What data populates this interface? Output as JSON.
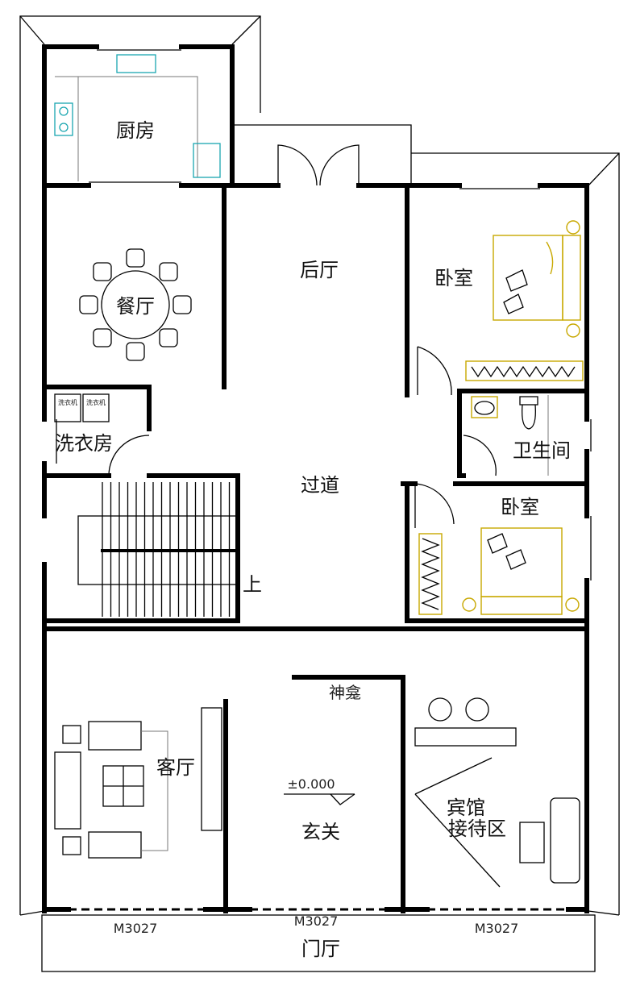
{
  "rooms": {
    "kitchen": "厨房",
    "dining": "餐厅",
    "back_hall": "后厅",
    "bedroom_1": "卧室",
    "laundry": "洗衣房",
    "washer_1": "洗衣机",
    "washer_2": "洗衣机",
    "bathroom": "卫生间",
    "corridor": "过道",
    "bedroom_2": "卧室",
    "stairs_up": "上",
    "shrine": "神龛",
    "living": "客厅",
    "elevation": "±0.000",
    "foyer": "玄关",
    "reception_line1": "宾馆",
    "reception_line2": "接待区",
    "entrance_hall": "门厅"
  },
  "doors": {
    "left": "M3027",
    "center": "M3027",
    "right": "M3027"
  },
  "colors": {
    "wall": "#000000",
    "furniture_gold": "#c8a800",
    "fixture_cyan": "#19a6b0"
  }
}
